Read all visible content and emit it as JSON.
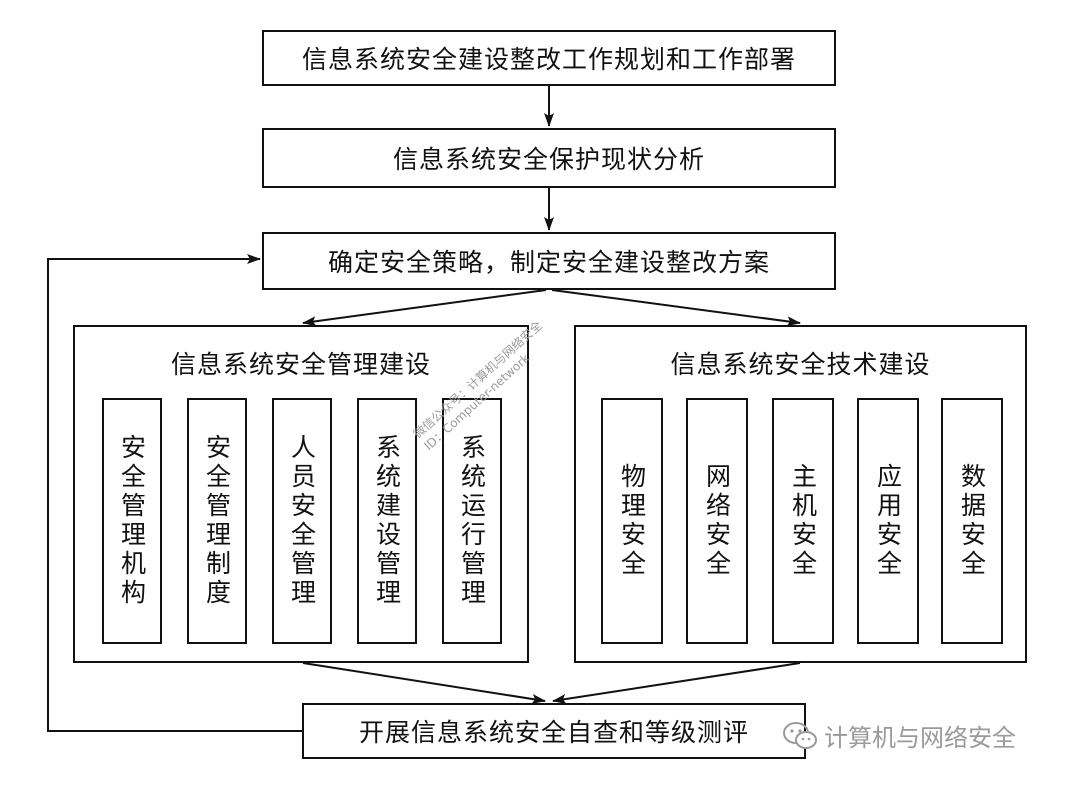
{
  "steps": {
    "step1": "信息系统安全建设整改工作规划和工作部署",
    "step2": "信息系统安全保护现状分析",
    "step3": "确定安全策略，制定安全建设整改方案",
    "step4": "开展信息系统安全自查和等级测评"
  },
  "management": {
    "title": "信息系统安全管理建设",
    "items": [
      "安全管理机构",
      "安全管理制度",
      "人员安全管理",
      "系统建设管理",
      "系统运行管理"
    ]
  },
  "technical": {
    "title": "信息系统安全技术建设",
    "items": [
      "物理安全",
      "网络安全",
      "主机安全",
      "应用安全",
      "数据安全"
    ]
  },
  "watermark": {
    "line1": "微信公众号：计算机与网络安全",
    "line2": "ID：Computer-network"
  },
  "brand": {
    "icon": "wechat-icon",
    "label": "计算机与网络安全"
  }
}
